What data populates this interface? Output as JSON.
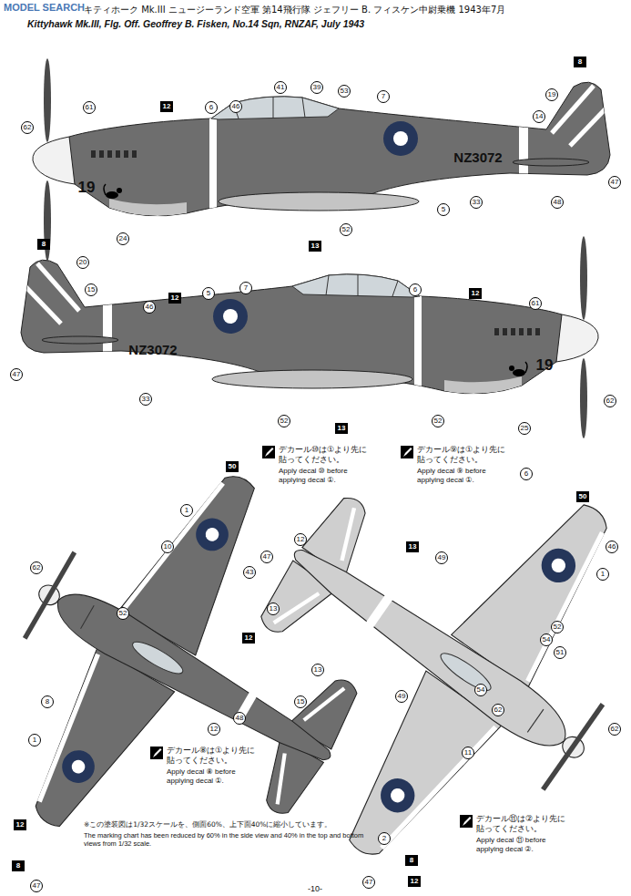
{
  "diagram": {
    "title": "Kittyhawk Mk.III, Flg. Off. Geoffrey B. Fisken, No.14 Sqn, RNZAF, July 1943",
    "labels": [
      "MODEL SEARCH",
      "キティホーク Mk.III ニュージーランド空軍 第14飛行隊 ジェフリー B. フィスケン中尉乗機 1943年7月",
      "61",
      "12",
      "6",
      "46",
      "41",
      "39",
      "53",
      "7",
      "8",
      "19",
      "14",
      "62",
      "47",
      "48",
      "33",
      "5",
      "52",
      "13",
      "24",
      "NZ3072",
      "19",
      "8",
      "20",
      "15",
      "12",
      "5",
      "7",
      "46",
      "6",
      "12",
      "61",
      "47",
      "33",
      "NZ3072",
      "19",
      "52",
      "13",
      "52",
      "25",
      "62",
      "50",
      "1",
      "10",
      "12",
      "47",
      "43",
      "62",
      "52",
      "12",
      "13",
      "13",
      "8",
      "1",
      "48",
      "15",
      "12",
      "12",
      "8",
      "47",
      "50",
      "6",
      "46",
      "1",
      "13",
      "49",
      "52",
      "54",
      "51",
      "54",
      "49",
      "62",
      "62",
      "11",
      "2",
      "47",
      "8",
      "12",
      "デカール⑩は①より先に貼ってください。",
      "Apply decal ⑩ before applying decal ①.",
      "デカール⑨は①より先に貼ってください。",
      "Apply decal ⑨ before applying decal ①.",
      "デカール⑧は①より先に貼ってください。",
      "Apply decal ⑧ before applying decal ①.",
      "デカール⑪は②より先に貼ってください。",
      "Apply decal ⑪ before applying decal ②.",
      "※この塗装図は1/32スケールを、側面60%、上下面40%に縮小しています。",
      "The marking chart has been reduced by 60% in the side view and 40% in the top and bottom views from 1/32 scale.",
      "-10-"
    ]
  }
}
